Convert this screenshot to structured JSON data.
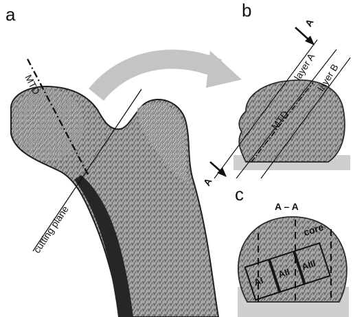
{
  "panels": {
    "a": "a",
    "b": "b",
    "c": "c"
  },
  "panel_a": {
    "mtd_label": "MTD",
    "cutting_plane_label": "cutting plane"
  },
  "panel_b": {
    "arrow_top_label": "A",
    "arrow_bottom_label": "A",
    "layer_a_label": "layer A",
    "layer_b_label": "layer B",
    "mtd_label": "MTD"
  },
  "panel_c": {
    "section_title": "A – A",
    "core_label": "core",
    "region_1": "AI",
    "region_2": "AII",
    "region_3": "AIII"
  },
  "colors": {
    "bone_fill": "#9a9a9a",
    "cortex": "#222222",
    "arrow_gray": "#c4c4c4",
    "plate_gray": "#cfcfcf"
  }
}
